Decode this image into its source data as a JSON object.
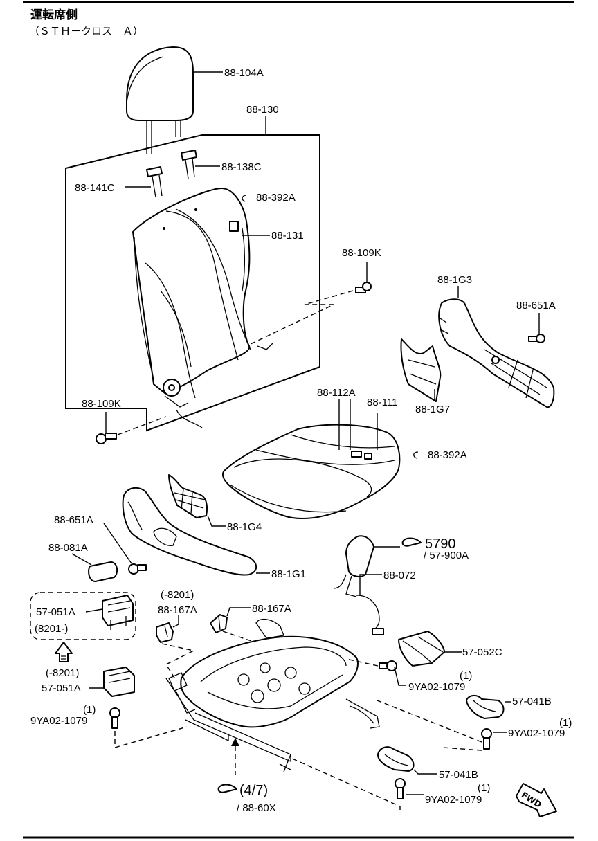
{
  "header": {
    "title": "運転席側",
    "subtitle": "（ＳＴＨ－クロス　Ａ）"
  },
  "labels": {
    "p_88_104A": "88-104A",
    "p_88_130": "88-130",
    "p_88_138C": "88-138C",
    "p_88_141C": "88-141C",
    "p_88_392A_top": "88-392A",
    "p_88_131": "88-131",
    "p_88_109K_right": "88-109K",
    "p_88_1G3": "88-1G3",
    "p_88_651A_right": "88-651A",
    "p_88_1G7": "88-1G7",
    "p_88_109K_left": "88-109K",
    "p_88_112A": "88-112A",
    "p_88_111": "88-111",
    "p_88_392A_bottom": "88-392A",
    "p_88_1G4": "88-1G4",
    "p_88_651A_left": "88-651A",
    "p_88_081A": "88-081A",
    "p_88_1G1": "88-1G1",
    "ref_5790": "5790",
    "ref_57_900A": "/ 57-900A",
    "p_88_072": "88-072",
    "p_57_051A_boxed": "57-051A",
    "p_8201_after": "(8201-)",
    "p_8201_before_a": "(-8201)",
    "p_88_167A_a": "88-167A",
    "p_88_167A_b": "88-167A",
    "p_57_052C": "57-052C",
    "p_8201_before_b": "(-8201)",
    "p_57_051A": "57-051A",
    "qty_1_a": "(1)",
    "p_9YA02_1079_a": "9YA02-1079",
    "qty_1_b": "(1)",
    "p_9YA02_1079_b": "9YA02-1079",
    "p_57_041B_a": "57-041B",
    "qty_1_c": "(1)",
    "p_9YA02_1079_c": "9YA02-1079",
    "p_57_041B_b": "57-041B",
    "ref_4_7": "(4/7)",
    "ref_88_60X": "/ 88-60X",
    "qty_1_d": "(1)",
    "p_9YA02_1079_d": "9YA02-1079",
    "fwd": "FWD"
  }
}
